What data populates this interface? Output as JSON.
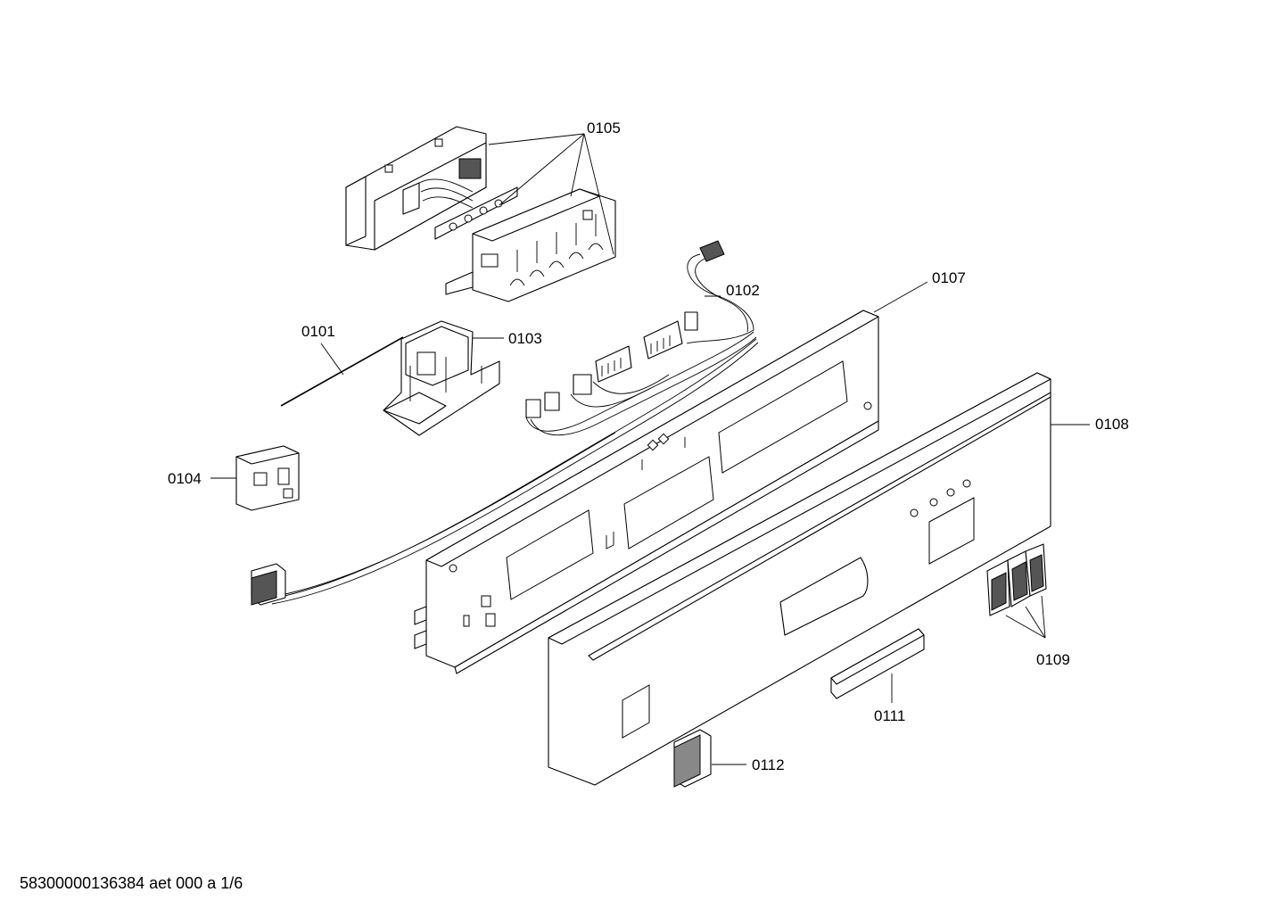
{
  "labels": {
    "p0101": "0101",
    "p0102": "0102",
    "p0103": "0103",
    "p0104": "0104",
    "p0105": "0105",
    "p0107": "0107",
    "p0108": "0108",
    "p0109": "0109",
    "p0111": "0111",
    "p0112": "0112"
  },
  "footer": "58300000136384 aet 000 a 1/6"
}
